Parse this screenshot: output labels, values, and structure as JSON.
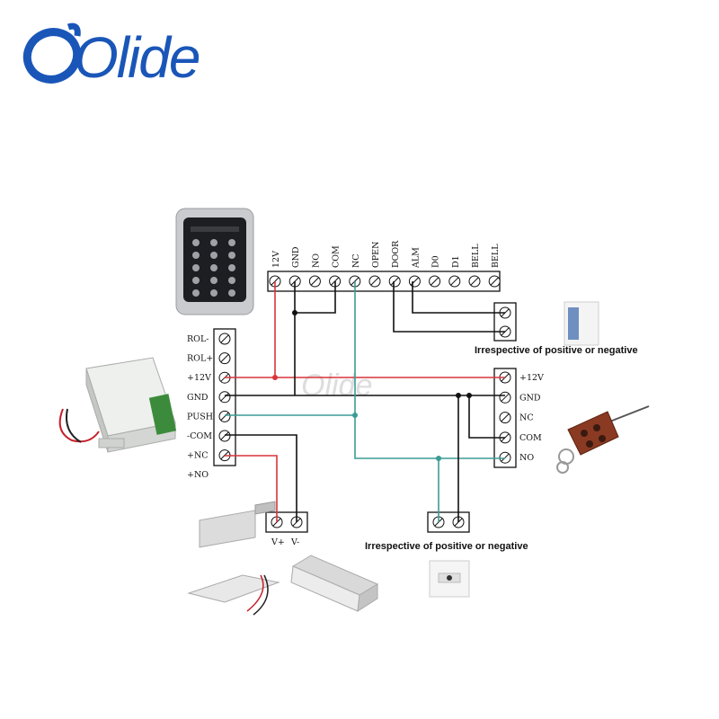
{
  "brand": {
    "logo_text": "Olide"
  },
  "watermark": "Olide",
  "controller_terminals": [
    "12V",
    "GND",
    "NO",
    "COM",
    "NC",
    "OPEN",
    "DOOR",
    "ALM",
    "D0",
    "D1",
    "BELL",
    "BELL"
  ],
  "power_terminals": [
    "ROL-",
    "ROL+",
    "+12V",
    "GND",
    "PUSH",
    "-COM",
    "+NC",
    "+NO"
  ],
  "receiver_terminals": [
    "+12V",
    "GND",
    "NC",
    "COM",
    "NO"
  ],
  "lock_terminals": [
    "V+",
    "V-"
  ],
  "notes": {
    "top_right": "Irrespective of positive or negative",
    "bottom": "Irrespective of positive or negative"
  },
  "colors": {
    "red_wire": "#d8343b",
    "teal_wire": "#3b9c95",
    "black_wire": "#111111",
    "brand": "#1a56b8"
  },
  "devices": {
    "keypad": "keypad-icon",
    "power_supply": "power-supply-icon",
    "alarm_sensor": "door-sensor-icon",
    "remote": "remote-key-icon",
    "bolt_lock": "bolt-lock-icon",
    "mag_lock": "magnetic-lock-icon",
    "exit_button": "exit-button-icon"
  }
}
